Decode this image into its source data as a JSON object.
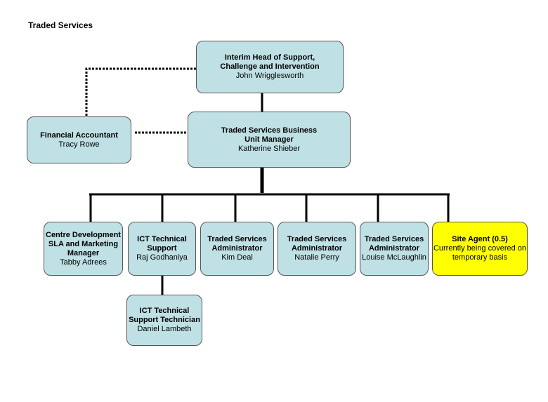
{
  "title": "Traded Services",
  "colors": {
    "box_fill": "#bfe0e4",
    "highlight_fill": "#ffff00",
    "line": "#000000"
  },
  "head": {
    "role_lines": [
      "Interim Head of Support,",
      "Challenge and Intervention"
    ],
    "name": "John Wrigglesworth"
  },
  "manager": {
    "role_lines": [
      "Traded Services Business",
      "Unit Manager"
    ],
    "name": "Katherine Shieber"
  },
  "finance": {
    "role_lines": [
      "Financial Accountant"
    ],
    "name": "Tracy Rowe"
  },
  "staff": [
    {
      "role_lines": [
        "Centre Development",
        "SLA and Marketing",
        "Manager"
      ],
      "name": "Tabby Adrees"
    },
    {
      "role_lines": [
        "ICT Technical",
        "Support"
      ],
      "name": "Raj Godhaniya"
    },
    {
      "role_lines": [
        "Traded Services",
        "Administrator"
      ],
      "name": "Kim Deal"
    },
    {
      "role_lines": [
        "Traded Services",
        "Administrator"
      ],
      "name": "Natalie Perry"
    },
    {
      "role_lines": [
        "Traded Services",
        "Administrator"
      ],
      "name": "Louise McLaughlin"
    },
    {
      "role_lines": [
        "Site Agent (0.5)"
      ],
      "note_lines": [
        "Currently being covered on",
        "temporary basis"
      ],
      "highlight": true
    }
  ],
  "technician": {
    "role_lines": [
      "ICT Technical",
      "Support Technician"
    ],
    "name": "Daniel Lambeth"
  }
}
